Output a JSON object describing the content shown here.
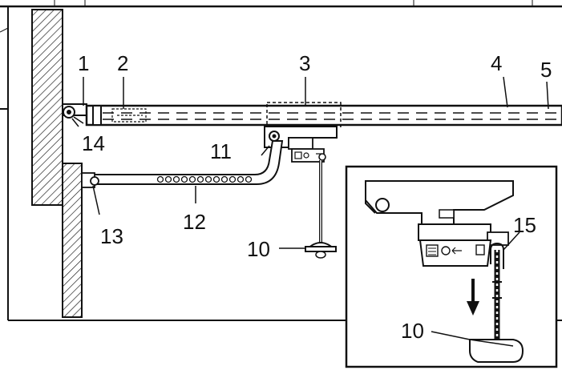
{
  "labels": {
    "l1": "1",
    "l2": "2",
    "l3": "3",
    "l4": "4",
    "l5": "5",
    "l10": "10",
    "l10_inset": "10",
    "l11": "11",
    "l12": "12",
    "l13": "13",
    "l14": "14",
    "l15": "15"
  },
  "colors": {
    "line": "#111111",
    "background": "#ffffff"
  }
}
